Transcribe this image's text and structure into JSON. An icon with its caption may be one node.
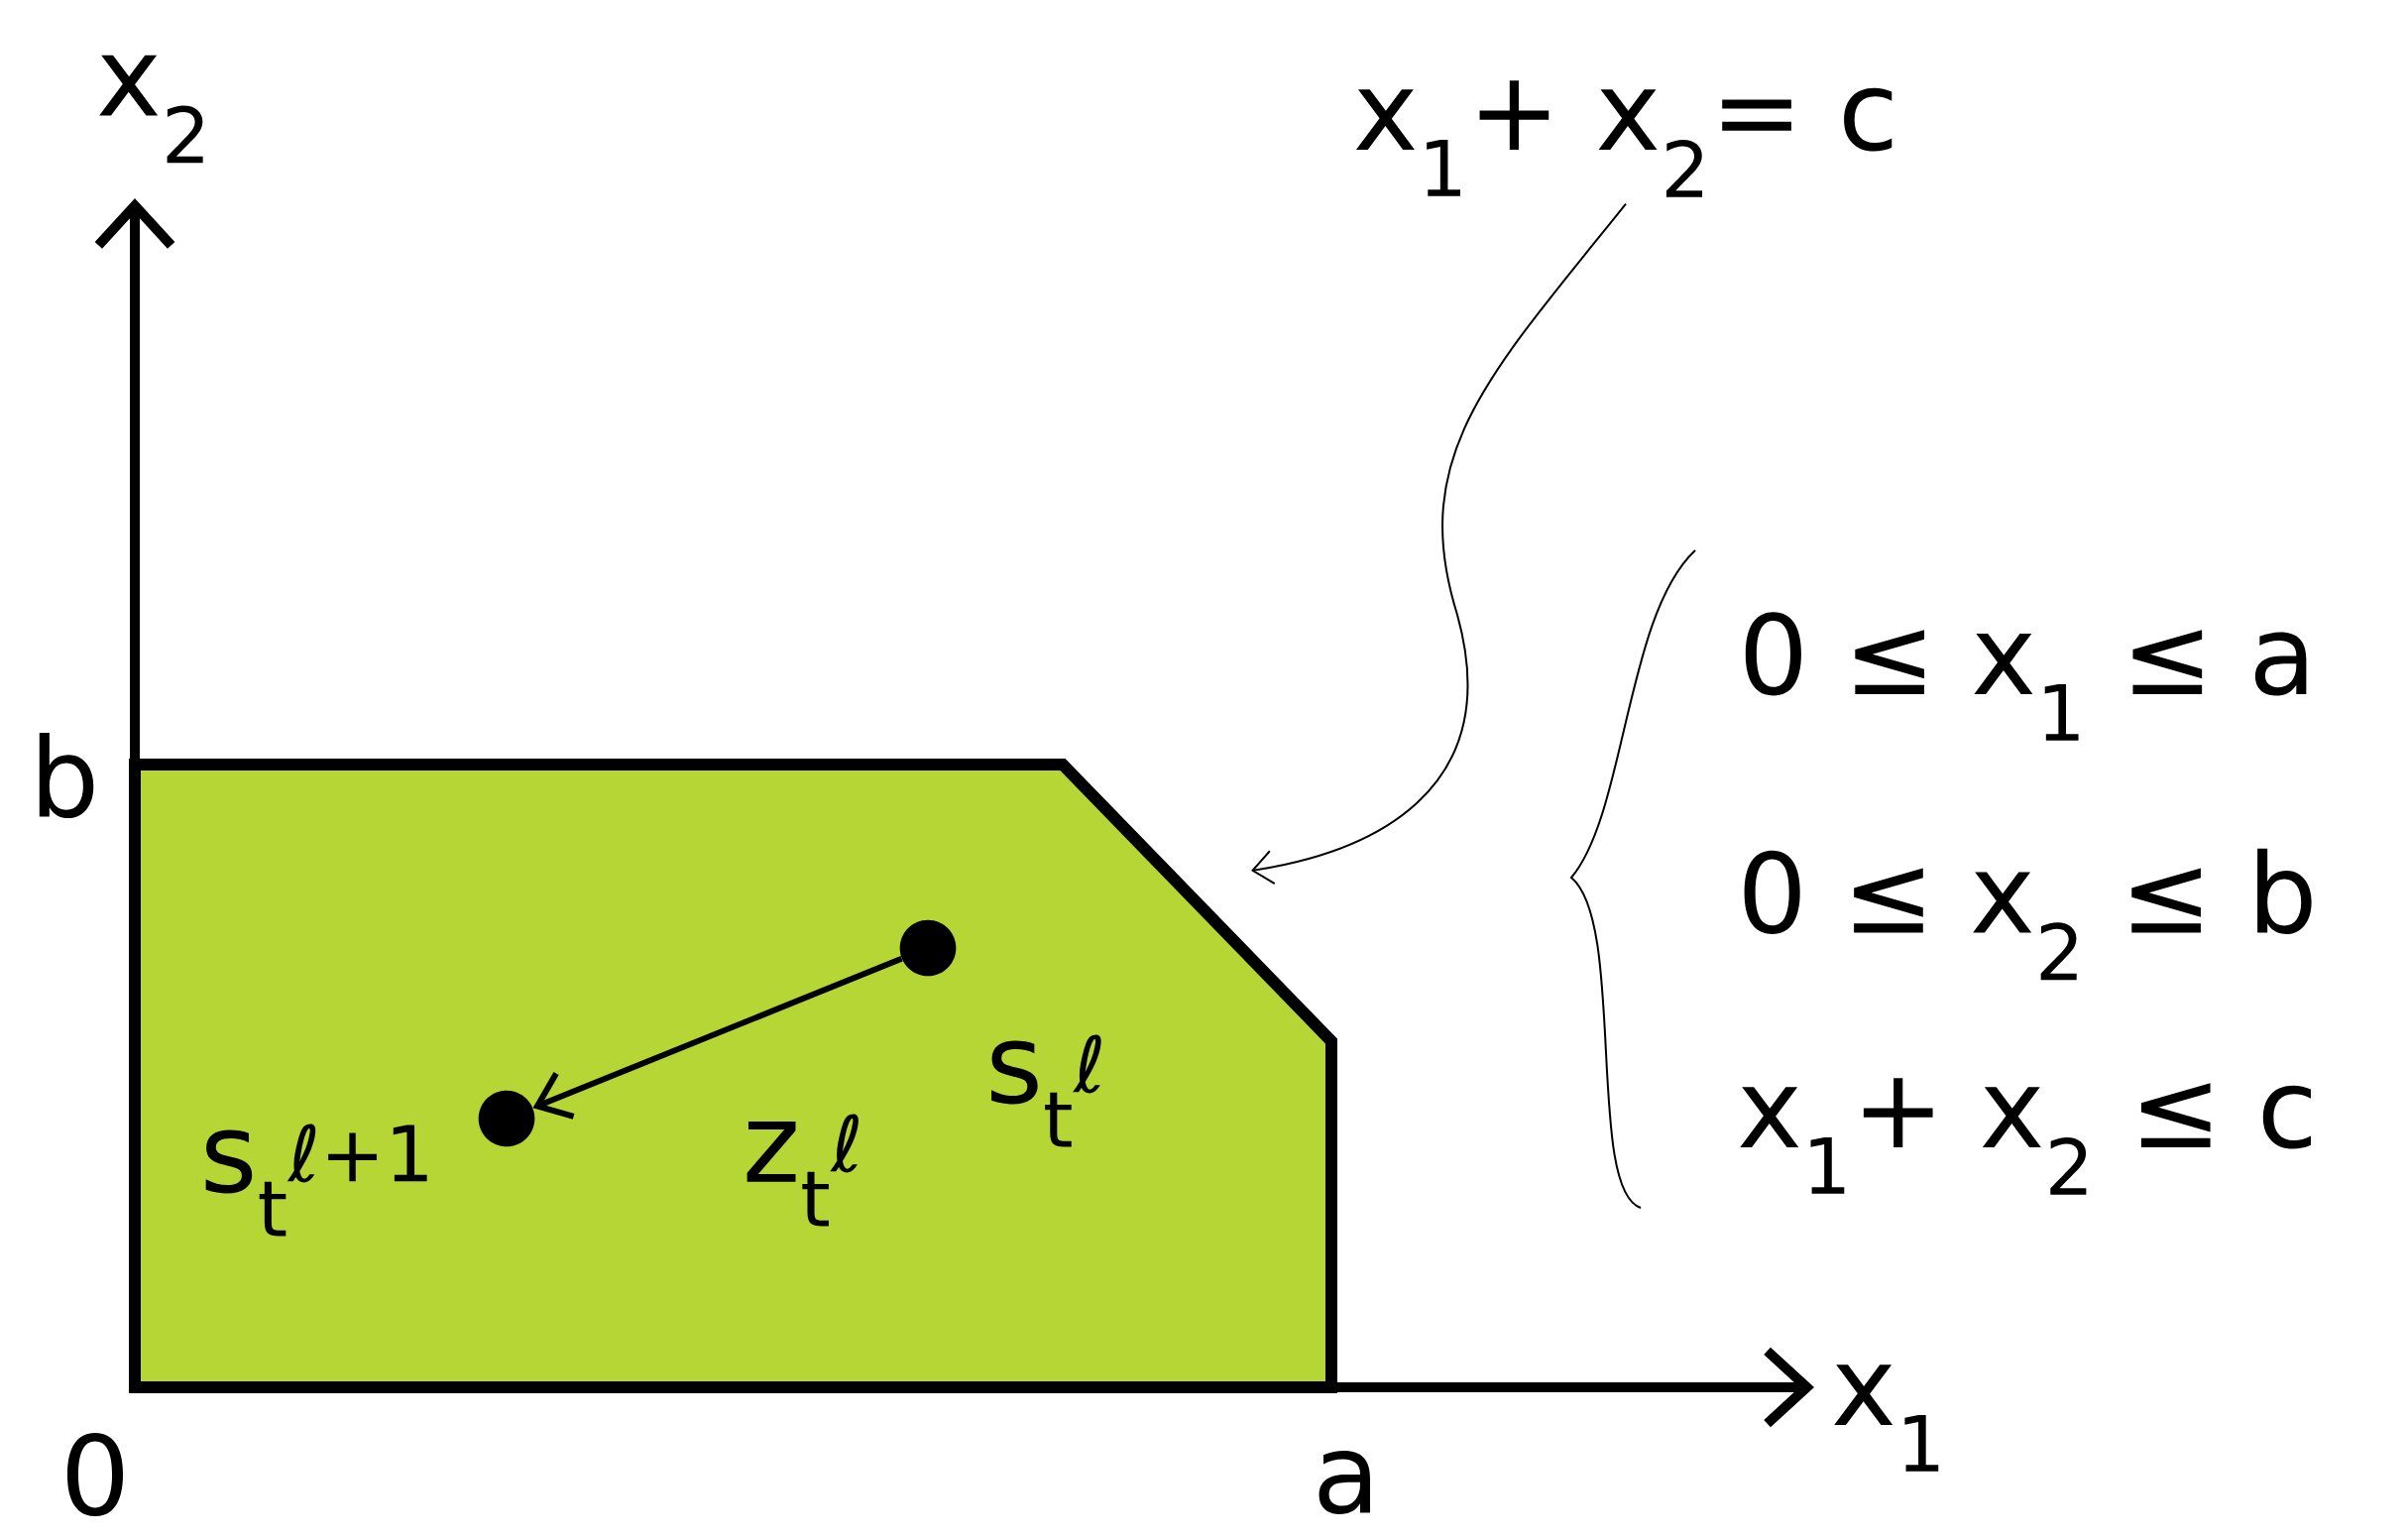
{
  "diagram": {
    "nodes": [
      {
        "text": [],
        "shape": "polygon"
      },
      {
        "text": [
          "x$_{1}$+ x$_{2}$= c"
        ]
      },
      {
        "text": [],
        "shape": "circle",
        "in": 0,
        "beside": [
          "s$_{t}$$^{ℓ}$"
        ]
      },
      {
        "text": [],
        "shape": "circle",
        "in": 0,
        "beside": [
          "s$_{t}$$^{ℓ+1}$"
        ]
      }
    ],
    "edges": [
      {
        "from": 1,
        "to": 0,
        "arrow": "to"
      },
      {
        "from": 2,
        "to": 3,
        "arrow": "to",
        "style": "thick",
        "label": "z$_{t}$$^{ℓ}$"
      }
    ],
    "labels": [
      "x$_{2}$",
      "b",
      "0 ≤ x$_{1}$ ≤ a",
      "0 ≤ x$_{2}$ ≤ b",
      "x$_{1}$+ x$_{2}$ ≤ c",
      "0",
      "a",
      "x$_{1}$"
    ]
  }
}
